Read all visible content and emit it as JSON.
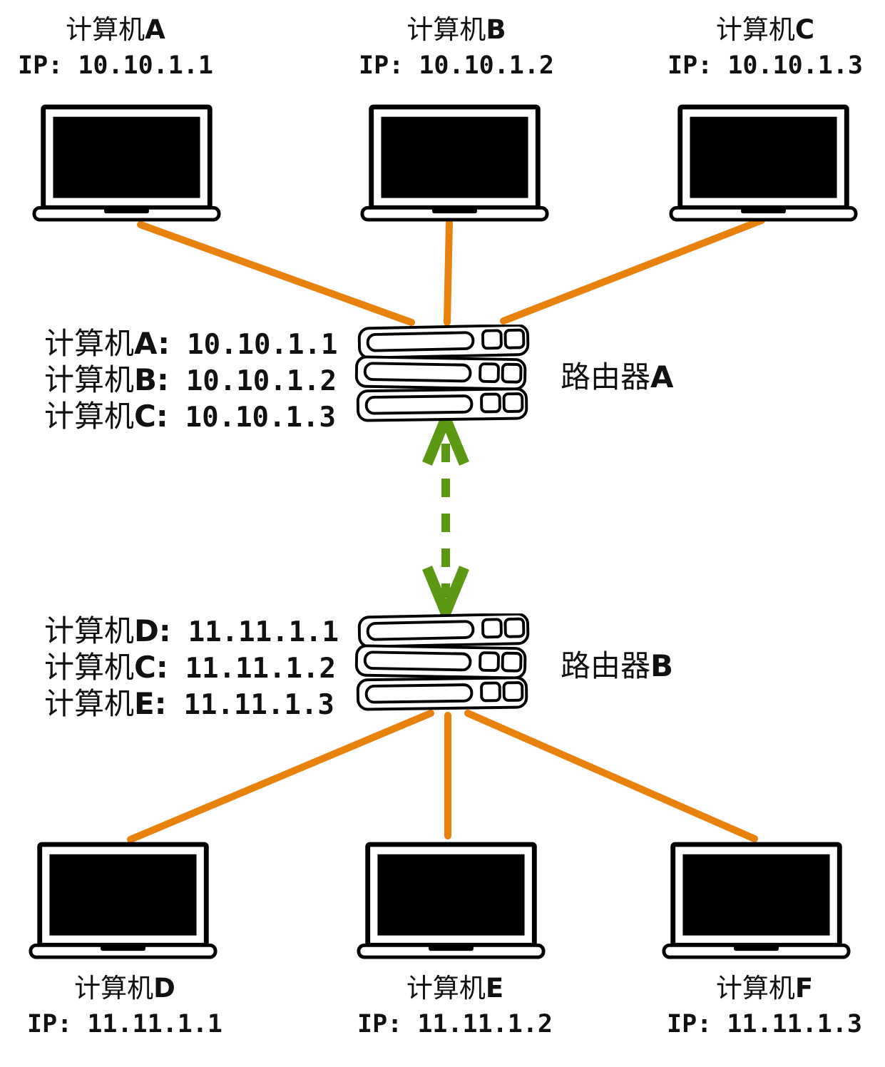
{
  "colors": {
    "link_line": "#E8820F",
    "router_link_arrow": "#5C9813",
    "ink": "#111111",
    "device_screen": "#000000",
    "background": "#FFFFFF"
  },
  "computers": [
    {
      "name_prefix": "计算机",
      "letter": "A",
      "ip_label": "IP: 10.10.1.1"
    },
    {
      "name_prefix": "计算机",
      "letter": "B",
      "ip_label": "IP: 10.10.1.2"
    },
    {
      "name_prefix": "计算机",
      "letter": "C",
      "ip_label": "IP: 10.10.1.3"
    },
    {
      "name_prefix": "计算机",
      "letter": "D",
      "ip_label": "IP: 11.11.1.1"
    },
    {
      "name_prefix": "计算机",
      "letter": "E",
      "ip_label": "IP: 11.11.1.2"
    },
    {
      "name_prefix": "计算机",
      "letter": "F",
      "ip_label": "IP: 11.11.1.3"
    }
  ],
  "routers": [
    {
      "name_prefix": "路由器",
      "letter": "A",
      "routing_table": [
        {
          "host_prefix": "计算机",
          "host_letter": "A:",
          "ip": "10.10.1.1"
        },
        {
          "host_prefix": "计算机",
          "host_letter": "B:",
          "ip": "10.10.1.2"
        },
        {
          "host_prefix": "计算机",
          "host_letter": "C:",
          "ip": "10.10.1.3"
        }
      ]
    },
    {
      "name_prefix": "路由器",
      "letter": "B",
      "routing_table": [
        {
          "host_prefix": "计算机",
          "host_letter": "D:",
          "ip": "11.11.1.1"
        },
        {
          "host_prefix": "计算机",
          "host_letter": "C:",
          "ip": "11.11.1.2"
        },
        {
          "host_prefix": "计算机",
          "host_letter": "E:",
          "ip": "11.11.1.3"
        }
      ]
    }
  ]
}
